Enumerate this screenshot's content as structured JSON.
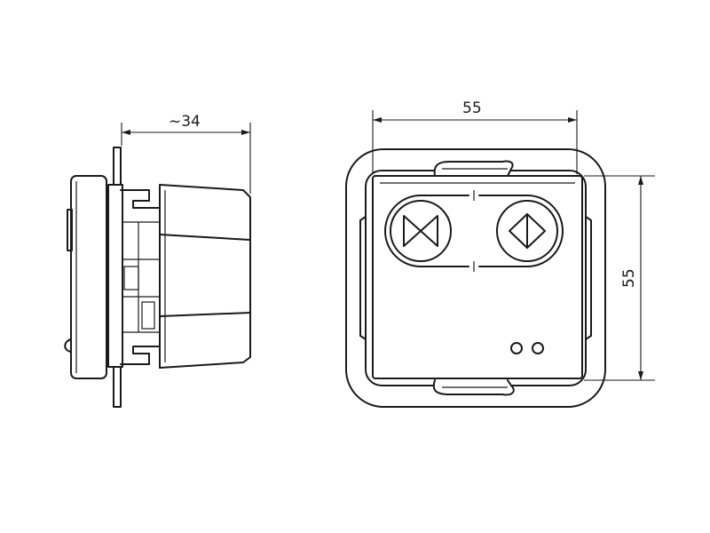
{
  "dimensions": {
    "depth_label": "~34",
    "width_label": "55",
    "height_label": "55"
  },
  "symbols": {
    "left_button": "down-arrows-icon",
    "right_button": "up-arrows-icon",
    "indicator_leds": 2
  }
}
